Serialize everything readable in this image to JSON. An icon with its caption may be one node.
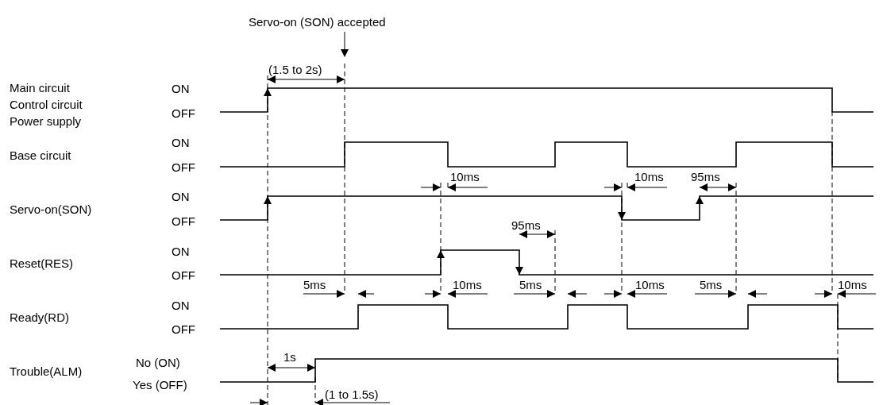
{
  "diagram": {
    "labels": [
      "Servo-on (SON) accepted",
      "(1.5 to 2s)",
      "Main circuit",
      "ON",
      "Control circuit",
      "OFF",
      "Power supply",
      "ON",
      "Base circuit",
      "OFF",
      "10ms",
      "10ms",
      "95ms",
      "ON",
      "Servo-on(SON)",
      "OFF",
      "95ms",
      "ON",
      "Reset(RES)",
      "OFF",
      "5ms",
      "10ms",
      "5ms",
      "10ms",
      "5ms",
      "10ms",
      "ON",
      "Ready(RD)",
      "OFF",
      "No (ON)",
      "1s",
      "Trouble(ALM)",
      "Yes (OFF)",
      "(1 to 1.5s)"
    ]
  }
}
